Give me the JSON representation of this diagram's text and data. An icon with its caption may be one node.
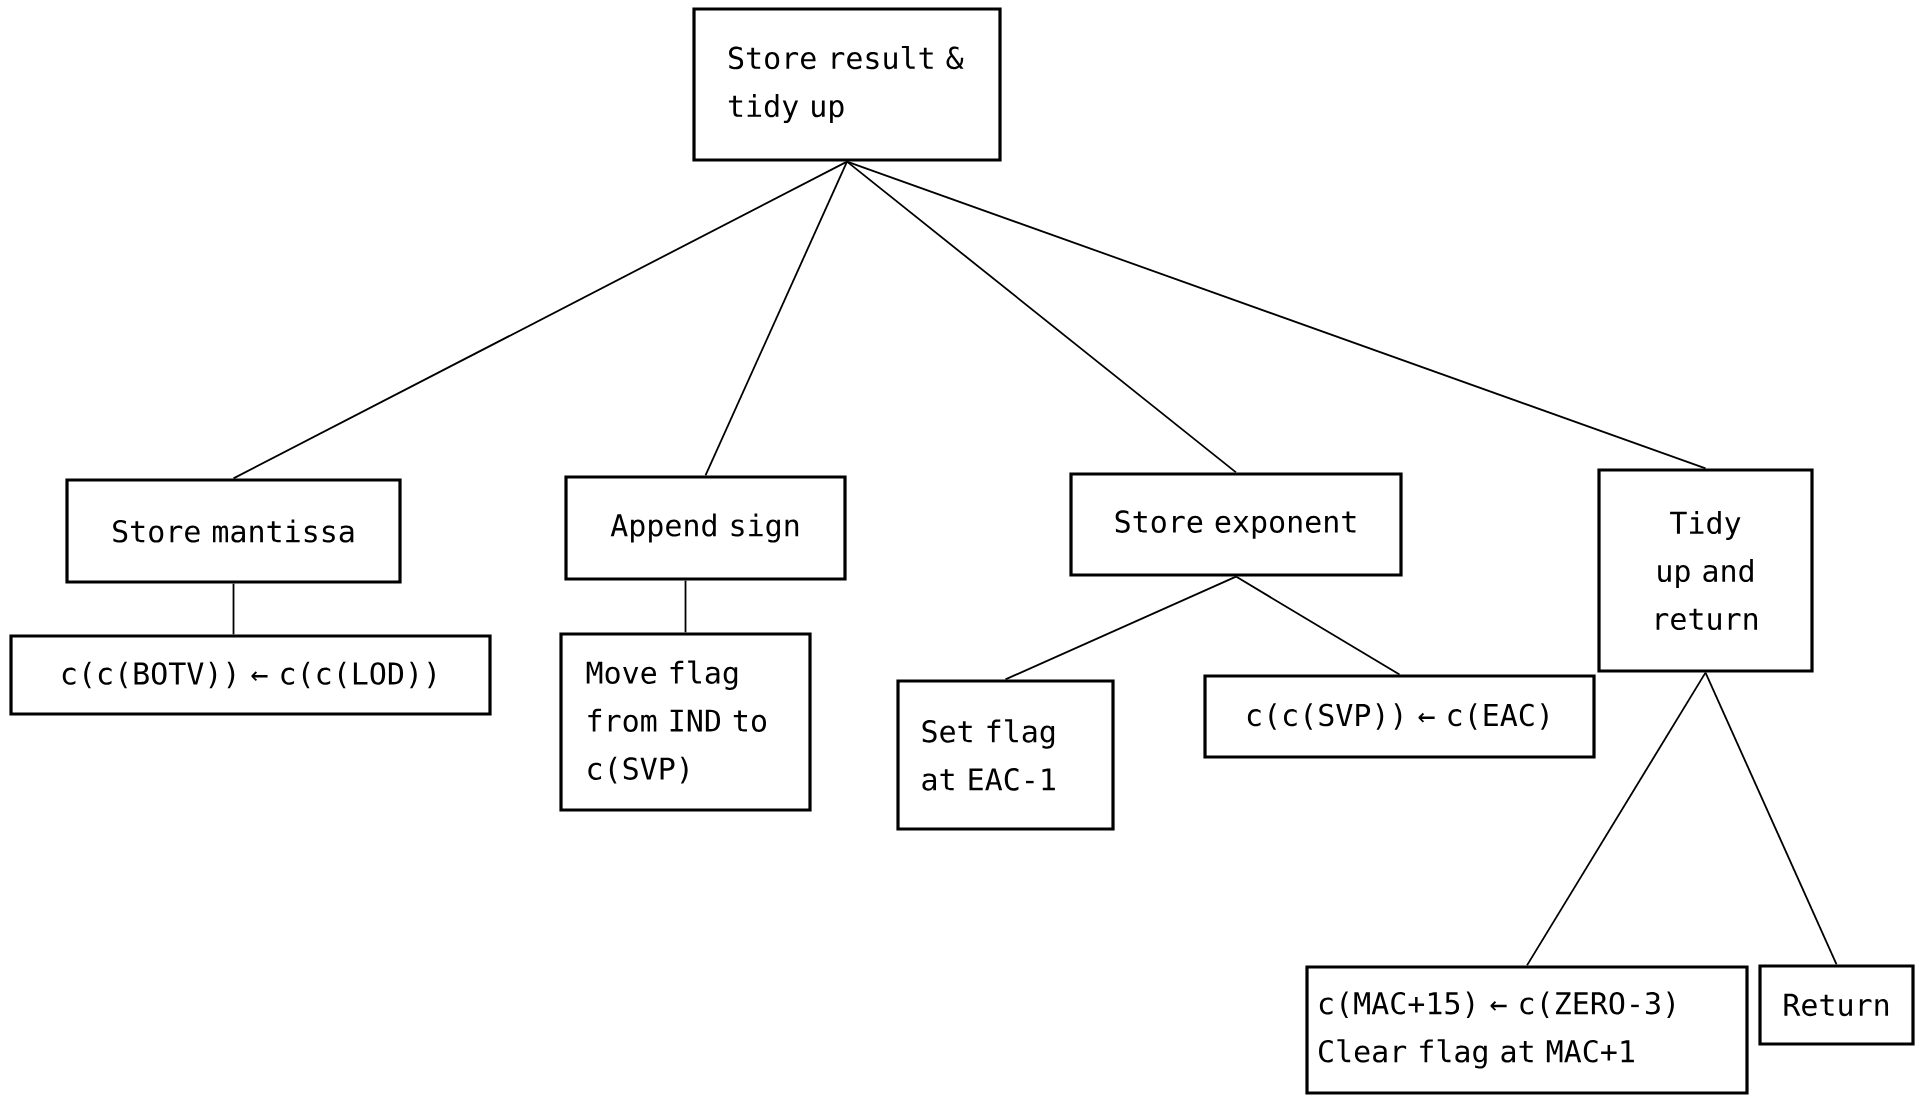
{
  "diagram": {
    "nodes": [
      {
        "text": [
          "Store result & tidy up"
        ]
      },
      {
        "text": [
          "Store mantissa"
        ]
      },
      {
        "text": [
          "c(c(BOTV)) ← c(c(LOD))"
        ]
      },
      {
        "text": [
          "Append sign"
        ]
      },
      {
        "text": [
          "Move flag from IND to c(SVP)"
        ]
      },
      {
        "text": [
          "Store exponent"
        ]
      },
      {
        "text": [
          "Set flag at EAC-1"
        ]
      },
      {
        "text": [
          "c(c(SVP)) ← c(EAC)"
        ]
      },
      {
        "text": [
          "Tidy up and return"
        ]
      },
      {
        "text": [
          "c(MAC+15) ← c(ZERO-3)",
          "Clear flag at MAC+1"
        ]
      },
      {
        "text": [
          "Return"
        ]
      }
    ],
    "edges": [
      {
        "from": 0,
        "to": 1,
        "arrow": "none"
      },
      {
        "from": 0,
        "to": 3,
        "arrow": "none"
      },
      {
        "from": 0,
        "to": 5,
        "arrow": "none"
      },
      {
        "from": 0,
        "to": 8,
        "arrow": "none"
      },
      {
        "from": 1,
        "to": 2,
        "arrow": "none"
      },
      {
        "from": 3,
        "to": 4,
        "arrow": "none"
      },
      {
        "from": 5,
        "to": 6,
        "arrow": "none"
      },
      {
        "from": 5,
        "to": 7,
        "arrow": "none"
      },
      {
        "from": 8,
        "to": 9,
        "arrow": "none"
      },
      {
        "from": 8,
        "to": 10,
        "arrow": "none"
      }
    ]
  }
}
